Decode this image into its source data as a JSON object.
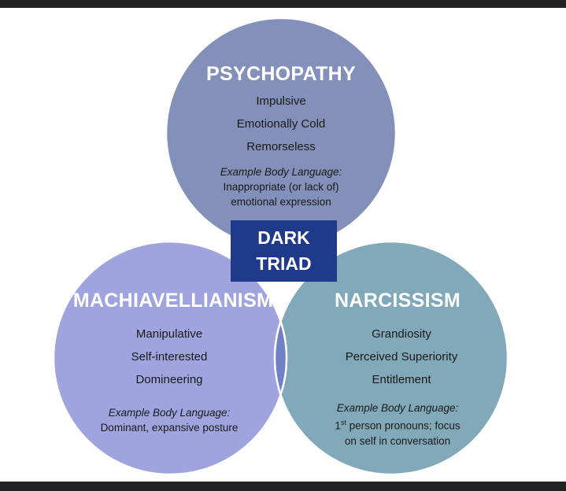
{
  "center": {
    "line1": "DARK",
    "line2": "TRIAD"
  },
  "circles": {
    "psychopathy": {
      "title": "PSYCHOPATHY",
      "traits": [
        "Impulsive",
        "Emotionally Cold",
        "Remorseless"
      ],
      "example_label": "Example Body Language:",
      "example_lines": [
        "Inappropriate (or lack of)",
        "emotional expression"
      ]
    },
    "machiavellianism": {
      "title": "MACHIAVELLIANISM",
      "traits": [
        "Manipulative",
        "Self-interested",
        "Domineering"
      ],
      "example_label": "Example Body Language:",
      "example_lines": [
        "Dominant, expansive  posture"
      ]
    },
    "narcissism": {
      "title": "NARCISSISM",
      "traits": [
        "Grandiosity",
        "Perceived Superiority",
        "Entitlement"
      ],
      "example_label": "Example Body Language:",
      "example_lines": [
        "1",
        "st",
        " person pronouns; focus",
        "on self in conversation"
      ]
    }
  },
  "colors": {
    "psychopathy": "#8390b9",
    "machiavellianism": "#9fa4de",
    "narcissism": "#81a9b9",
    "center_box": "#1f3a8a"
  }
}
